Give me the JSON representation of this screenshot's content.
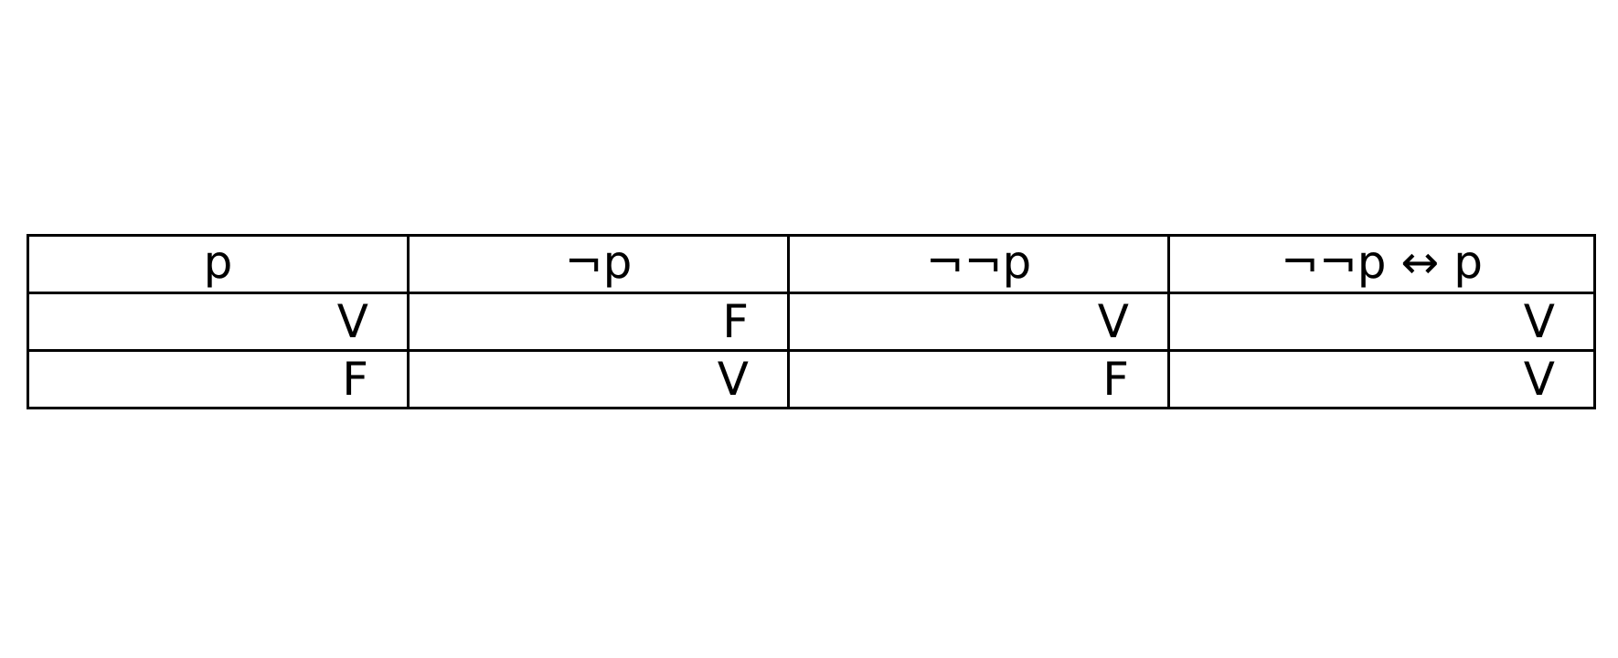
{
  "table": {
    "headers": [
      "p",
      "¬p",
      "¬¬p",
      "¬¬p ↔ p"
    ],
    "rows": [
      [
        "V",
        "F",
        "V",
        "V"
      ],
      [
        "F",
        "V",
        "F",
        "V"
      ]
    ]
  }
}
